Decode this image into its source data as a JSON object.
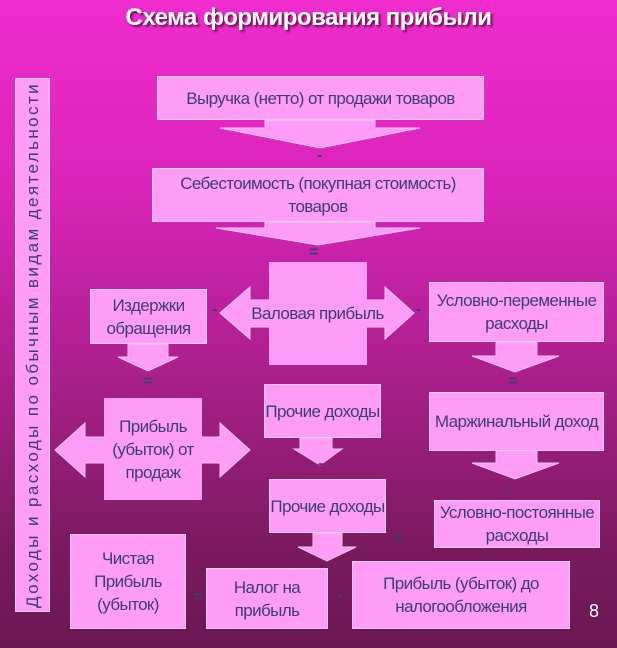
{
  "title": "Схема формирования прибыли",
  "side_label": "Доходы и расходы по обычным видам деятельности",
  "boxes": {
    "revenue": "Выручка (нетто) от продажи товаров",
    "cost": "Себестоимость (покупная стоимость) товаров",
    "gross_profit": "Валовая прибыль",
    "distribution_costs": "Издержки обращения",
    "variable_costs": "Условно-переменные расходы",
    "sales_profit": "Прибыль (убыток) от продаж",
    "other_income": "Прочие доходы",
    "other_expenses": "Прочие доходы",
    "marginal_income": "Маржинальный доход",
    "fixed_costs": "Условно-постоянные расходы",
    "net_profit": "Чистая Прибыль (убыток)",
    "income_tax": "Налог на прибыль",
    "pretax_profit": "Прибыль (убыток) до налогообложения"
  },
  "operators": {
    "minus": "-",
    "equals": "="
  },
  "page_number": "8",
  "colors": {
    "box": "#ff9cf8",
    "text": "#3b3f70",
    "title": "#ffffff"
  }
}
